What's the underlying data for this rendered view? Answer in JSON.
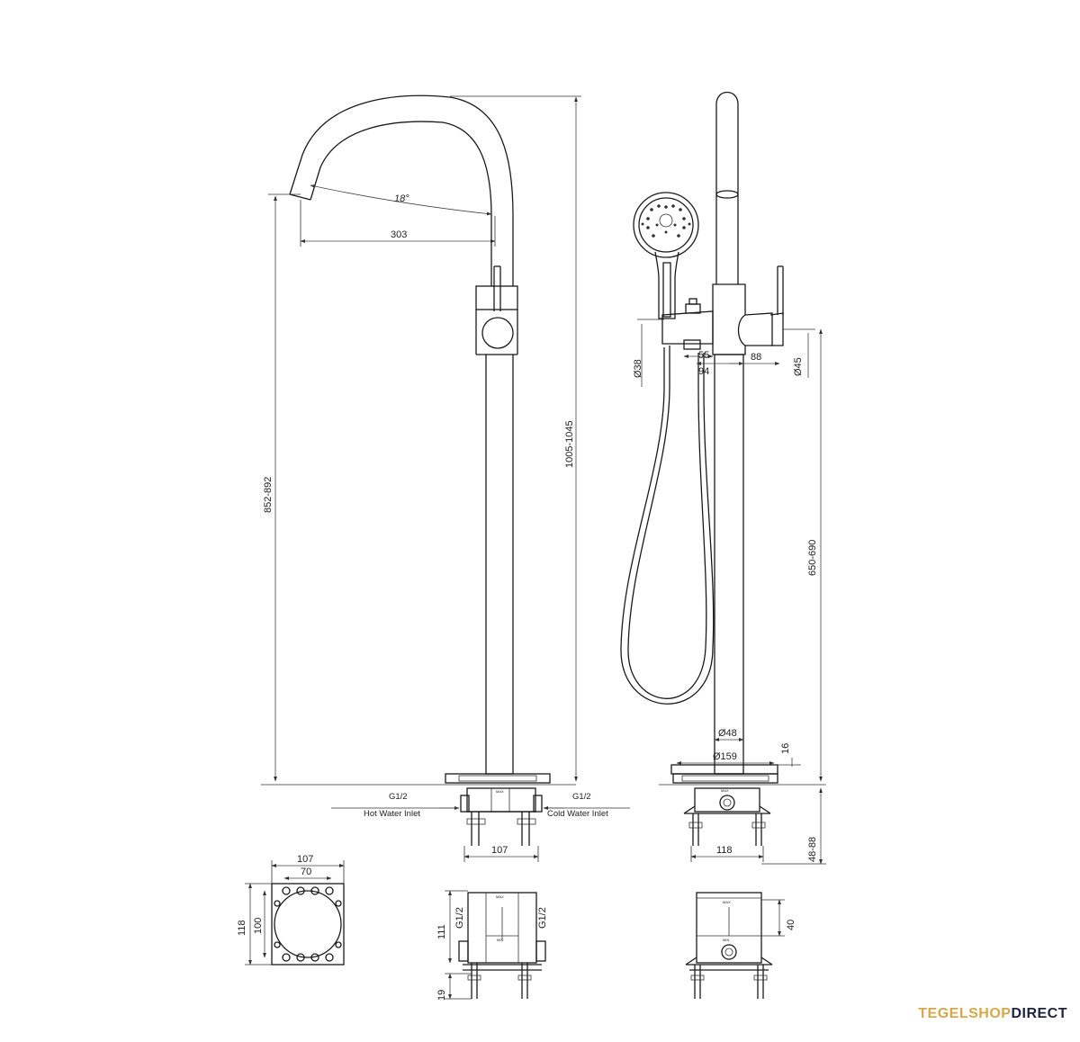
{
  "dimensions": {
    "spout_angle": "18°",
    "spout_reach": "303",
    "spout_height": "852-892",
    "total_height": "1005-1045",
    "handshower_dia": "Ø38",
    "hose_offset": "55",
    "body_width": "94",
    "lever_offset": "88",
    "body_dia": "Ø45",
    "outlet_height": "650-690",
    "column_dia": "Ø48",
    "base_dia": "Ø159",
    "base_height": "16",
    "box_depth": "48-88",
    "box_width_front": "107",
    "box_width_side": "118",
    "plan_outer": "107",
    "plan_inner": "70",
    "plan_height_outer": "118",
    "plan_height_inner": "100",
    "box_height": "111",
    "leg_height": "19",
    "top_offset": "40"
  },
  "inlets": {
    "hot_thread": "G1/2",
    "hot_label": "Hot Water Inlet",
    "cold_thread": "G1/2",
    "cold_label": "Cold Water Inlet",
    "left_thread": "G1/2",
    "right_thread": "G1/2"
  },
  "box_marks": {
    "max": "MAX",
    "min": "MIN"
  },
  "brand": {
    "part1": "TEGELSHOP",
    "part2": "DIRECT",
    "accent": "#d7a84a",
    "dark": "#1c2440"
  }
}
